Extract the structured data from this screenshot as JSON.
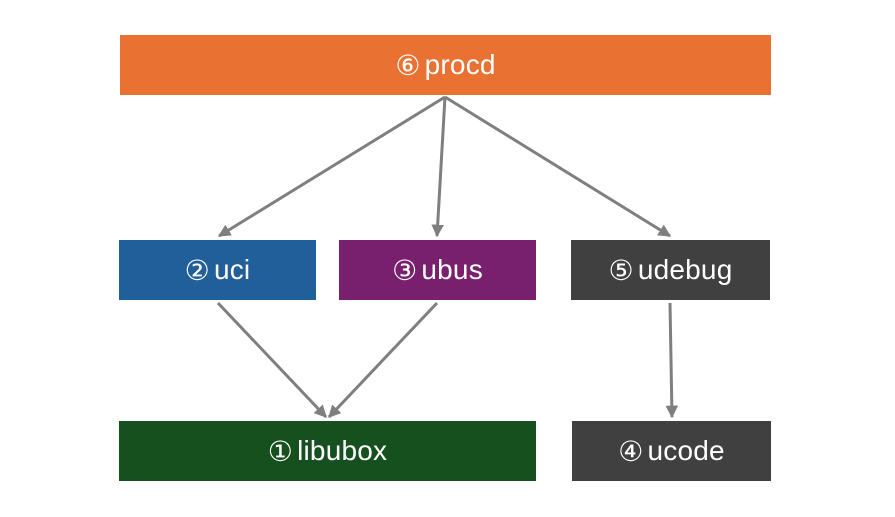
{
  "nodes": {
    "procd": {
      "num": "⑥",
      "label": "procd",
      "color": "#E97132"
    },
    "uci": {
      "num": "②",
      "label": "uci",
      "color": "#215F9A"
    },
    "ubus": {
      "num": "③",
      "label": "ubus",
      "color": "#78206E"
    },
    "udebug": {
      "num": "⑤",
      "label": "udebug",
      "color": "#404040"
    },
    "libubox": {
      "num": "①",
      "label": "libubox",
      "color": "#17501F"
    },
    "ucode": {
      "num": "④",
      "label": "ucode",
      "color": "#404040"
    }
  },
  "edges": [
    {
      "from": "procd",
      "to": "uci"
    },
    {
      "from": "procd",
      "to": "ubus"
    },
    {
      "from": "procd",
      "to": "udebug"
    },
    {
      "from": "uci",
      "to": "libubox"
    },
    {
      "from": "ubus",
      "to": "libubox"
    },
    {
      "from": "udebug",
      "to": "ucode"
    }
  ],
  "edge_color": "#7F7F7F"
}
